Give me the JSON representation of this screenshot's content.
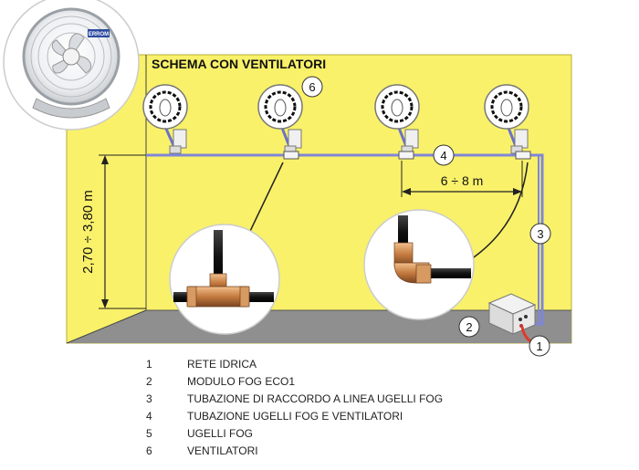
{
  "title": "SCHEMA CON VENTILATORI",
  "dimensions": {
    "height_label": "2,70 ÷ 3,80 m",
    "spacing_label": "6 ÷ 8 m"
  },
  "callouts": {
    "c1": "1",
    "c2": "2",
    "c3": "3",
    "c4": "4",
    "c6": "6"
  },
  "fan_logo_text": "ERROM",
  "legend": [
    {
      "number": "1",
      "label": "RETE IDRICA"
    },
    {
      "number": "2",
      "label": "MODULO FOG ECO1"
    },
    {
      "number": "3",
      "label": "TUBAZIONE DI RACCORDO A LINEA UGELLI FOG"
    },
    {
      "number": "4",
      "label": "TUBAZIONE UGELLI FOG E VENTILATORI"
    },
    {
      "number": "5",
      "label": "UGELLI FOG"
    },
    {
      "number": "6",
      "label": "VENTILATORI"
    }
  ],
  "colors": {
    "wall": "#f9f16a",
    "floor": "#8f8f8f",
    "pipe": "#7f86d8",
    "water_line": "#e03a2b",
    "fitting": "#c98a52"
  }
}
